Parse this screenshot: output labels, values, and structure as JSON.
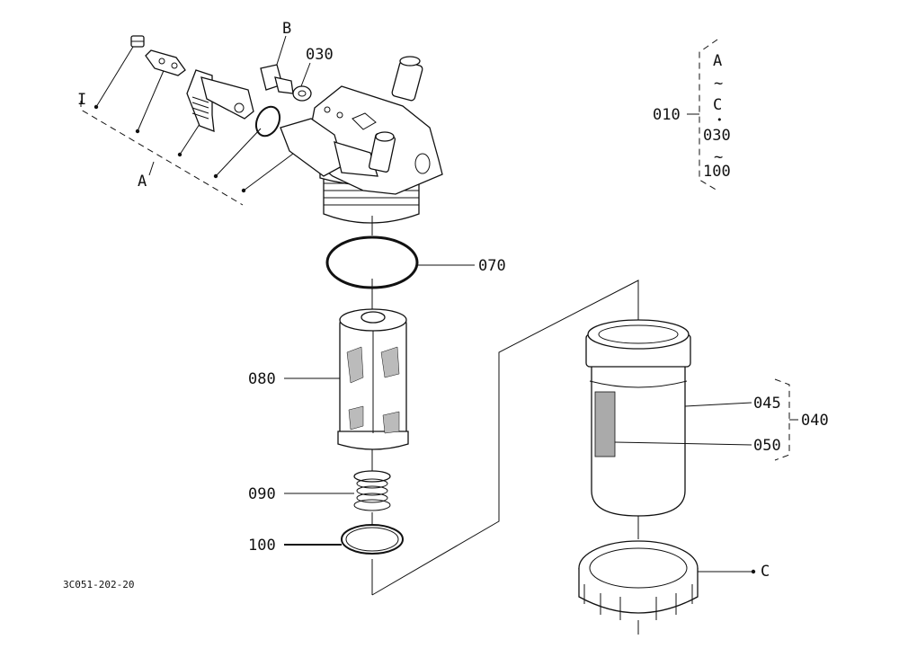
{
  "labels": {
    "b": "B",
    "p030": "030",
    "i": "I",
    "a": "A",
    "p010": "010",
    "range_a": "A",
    "range_tilde1": "~",
    "range_c": "C",
    "range_dot": "•",
    "range_030": "030",
    "range_tilde2": "~",
    "range_100": "100",
    "p070": "070",
    "p080": "080",
    "p090": "090",
    "p100": "100",
    "p045": "045",
    "p050": "050",
    "p040": "040",
    "c": "C"
  },
  "figure_code": "3C051-202-20"
}
